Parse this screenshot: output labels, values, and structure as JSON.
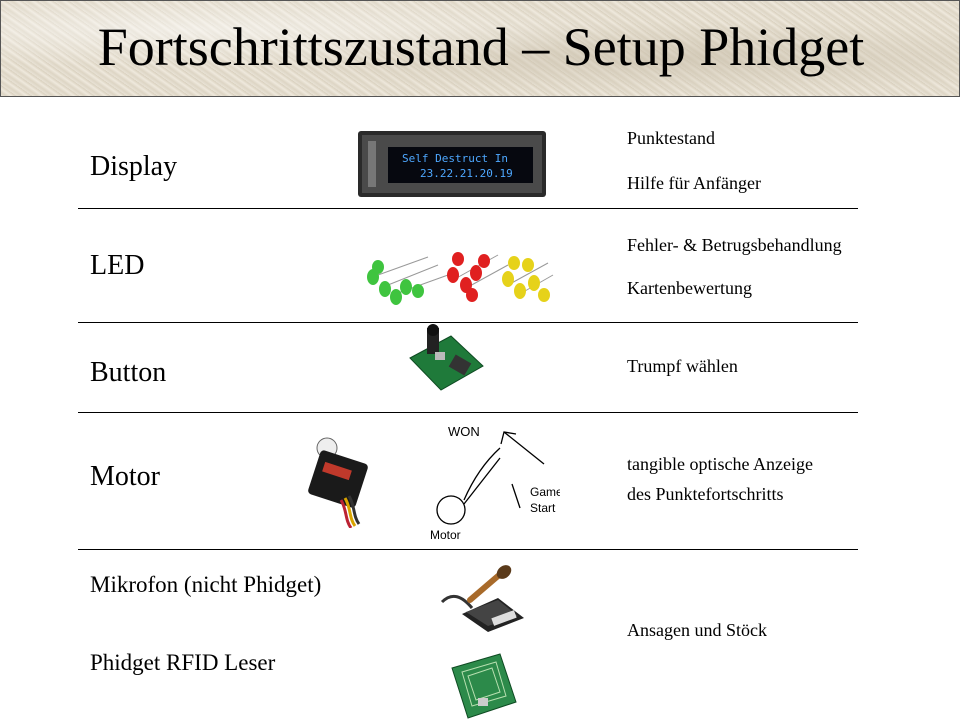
{
  "title": "Fortschrittszustand – Setup Phidget",
  "rows": [
    {
      "label": "Display",
      "descriptions": [
        "Punktestand",
        "Hilfe für Anfänger"
      ],
      "display_text": [
        "Self Destruct In",
        "23.22.21.20.19"
      ]
    },
    {
      "label": "LED",
      "descriptions": [
        "Fehler- & Betrugsbehandlung",
        "Kartenbewertung"
      ]
    },
    {
      "label": "Button",
      "descriptions": [
        "Trumpf wählen"
      ]
    },
    {
      "label": "Motor",
      "descriptions": [
        "tangible optische Anzeige",
        "des Punktefortschritts"
      ],
      "diagram": {
        "won": "WON",
        "game": "Game",
        "start": "Start",
        "motor": "Motor"
      }
    },
    {
      "label": "Mikrofon (nicht Phidget)"
    },
    {
      "label": "Phidget RFID Leser",
      "descriptions": [
        "Ansagen und Stöck"
      ]
    }
  ],
  "colors": {
    "led_green": "#3fc43f",
    "led_red": "#e02020",
    "led_yellow": "#e6d21a",
    "display_text": "#4ea8ff",
    "pcb": "#1f7a3a"
  }
}
